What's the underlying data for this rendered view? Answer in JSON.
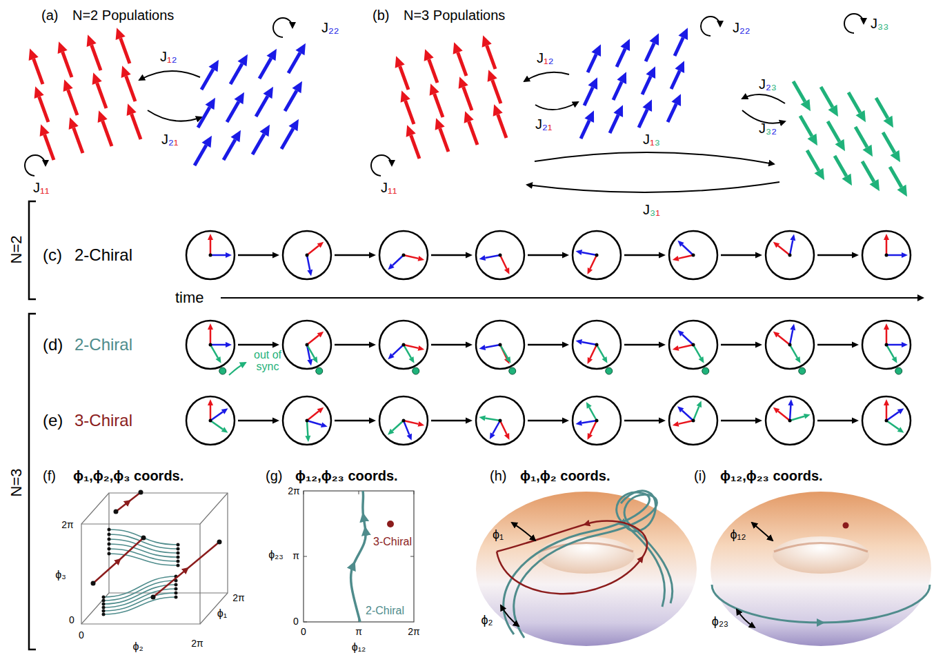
{
  "diagram": {
    "labels": [
      "(a)",
      "N=2 Populations",
      "J₁₂",
      "J₂₂",
      "J₂₁",
      "J₁₁",
      "(b)",
      "N=3 Populations",
      "J₁₂",
      "J₂₂",
      "J₃₃",
      "J₂₃",
      "J₂₁",
      "J₃₂",
      "J₁₃",
      "J₁₁",
      "J₃₁",
      "N=2",
      "(c)",
      "2-Chiral",
      "time",
      "N=3",
      "(d)",
      "2-Chiral",
      "out of sync",
      "(e)",
      "3-Chiral",
      "(f)",
      "ϕ₁,ϕ₂,ϕ₃ coords.",
      "2π",
      "ϕ₃",
      "0",
      "0",
      "ϕ₂",
      "2π",
      "ϕ₁",
      "2π",
      "(g)",
      "ϕ₁₂,ϕ₂₃ coords.",
      "2π",
      "π",
      "0",
      "ϕ₂₃",
      "0",
      "π",
      "2π",
      "ϕ₁₂",
      "3-Chiral",
      "2-Chiral",
      "(h)",
      "ϕ₁,ϕ₂ coords.",
      "ϕ₁",
      "ϕ₂",
      "(i)",
      "ϕ₁₂,ϕ₂₃ coords.",
      "ϕ₁₂",
      "ϕ₂₃"
    ]
  }
}
